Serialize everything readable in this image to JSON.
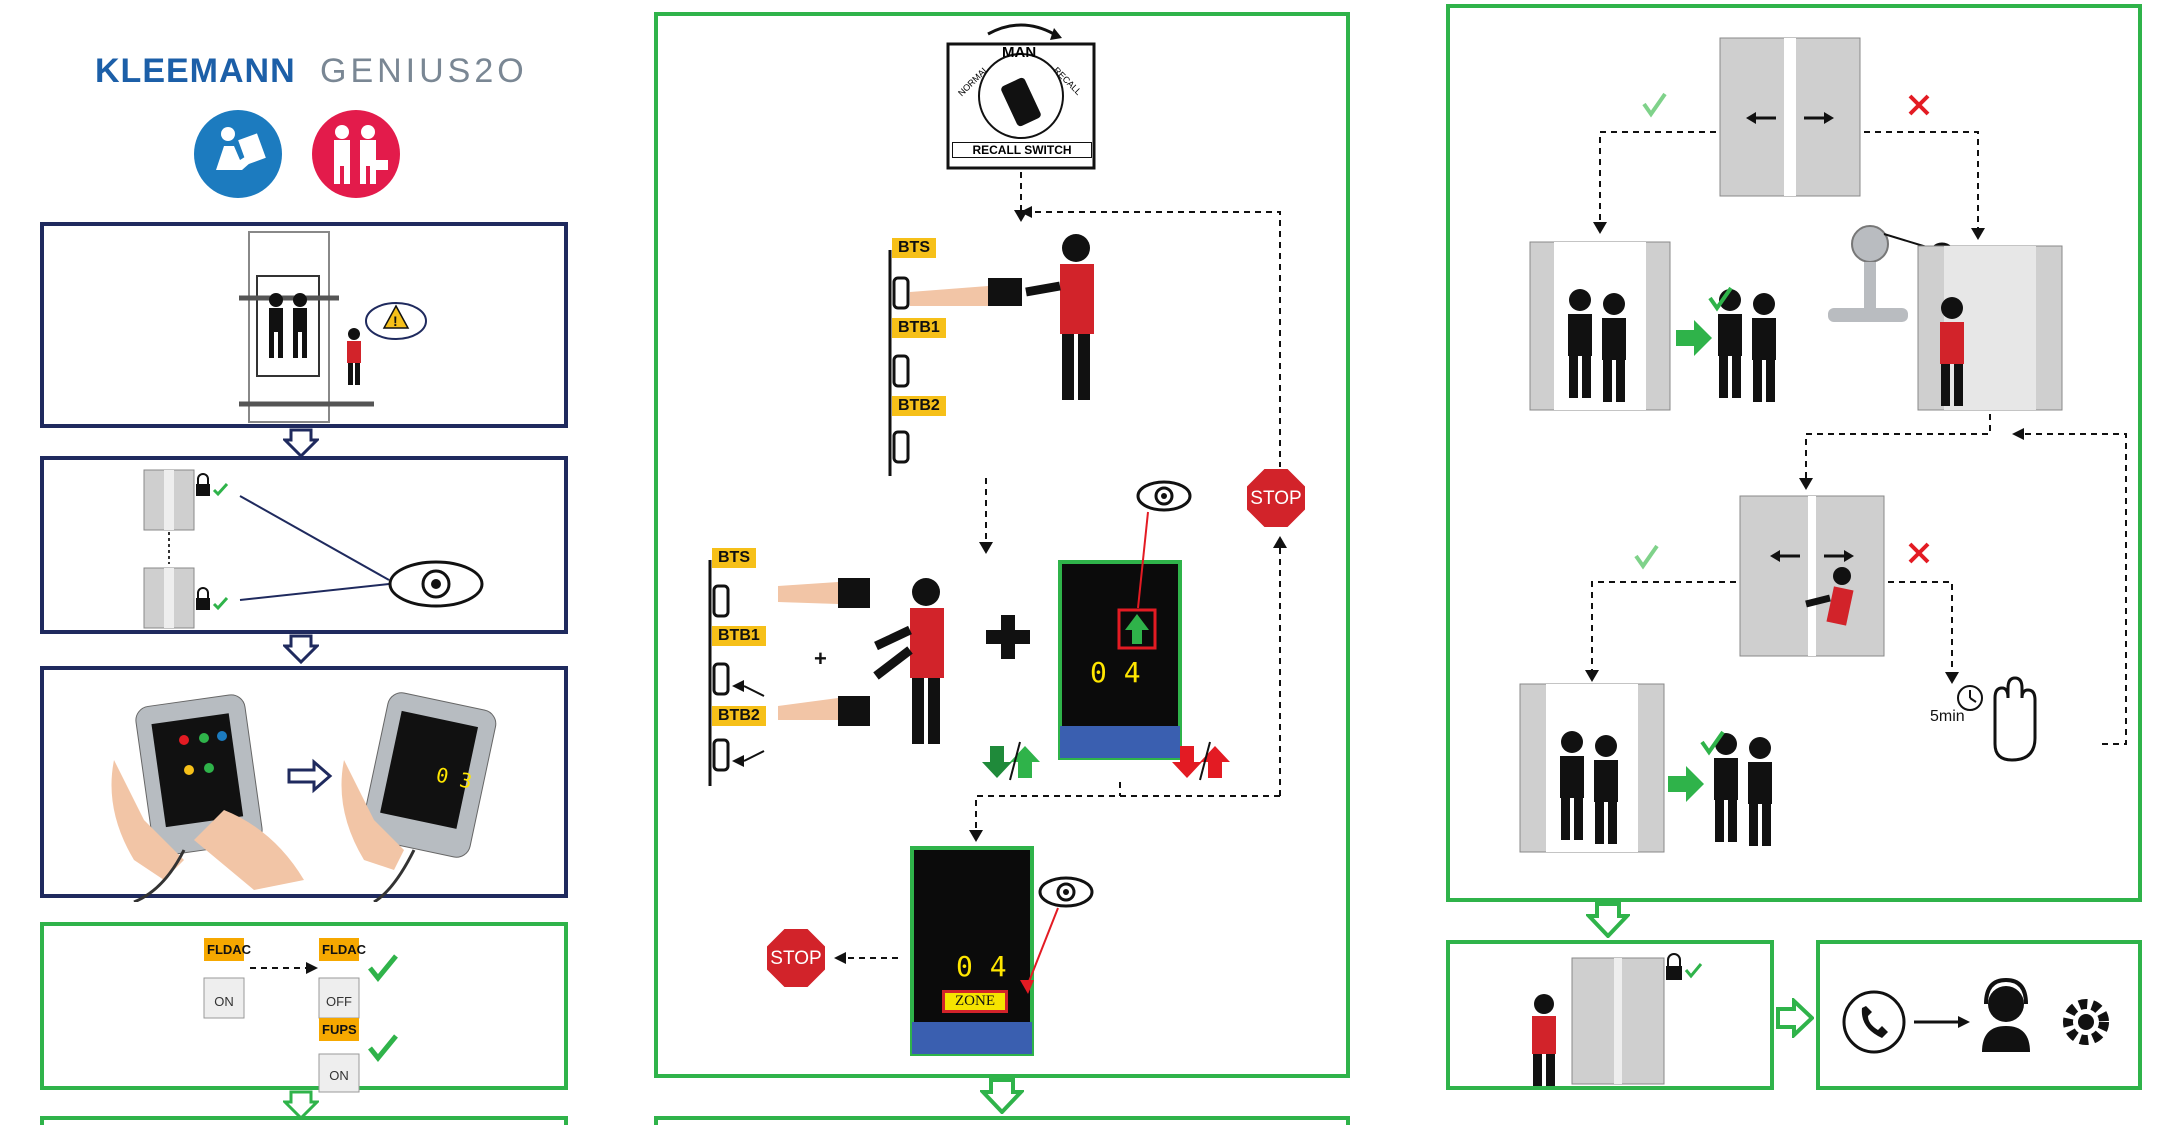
{
  "logo": {
    "brand": "KLEEMANN",
    "product": "GENIUS2O"
  },
  "left": {
    "fldac_on_label": "FLDAC",
    "fldac_off_label": "FLDAC",
    "fups_label": "FUPS",
    "on_text": "ON",
    "off_text": "OFF",
    "handheld_floor": "0 3"
  },
  "middle": {
    "recall_switch_label": "RECALL SWITCH",
    "recall_man": "MAN",
    "recall_normal": "NORMAL",
    "recall_recall": "RECALL",
    "bts": "BTS",
    "btb1": "BTB1",
    "btb2": "BTB2",
    "stop_text": "STOP",
    "screen_floor": "0 4",
    "zone_text": "ZONE"
  },
  "right": {
    "wait_time": "5min"
  },
  "colors": {
    "navy": "#1f2a5e",
    "green": "#2fb34a",
    "red": "#e31b23",
    "blue_icon": "#1c7bbf",
    "yellow_tag": "#f6c019"
  }
}
